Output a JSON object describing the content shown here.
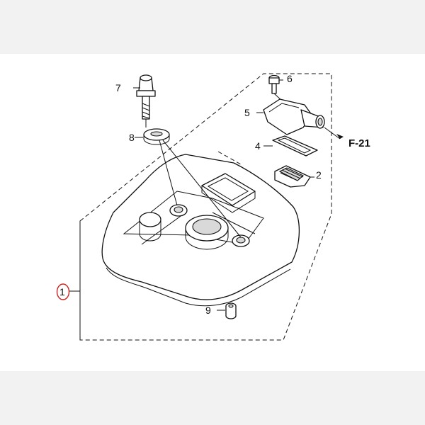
{
  "callouts": [
    {
      "id": "1",
      "label": "1",
      "highlighted": true
    },
    {
      "id": "2",
      "label": "2"
    },
    {
      "id": "4",
      "label": "4"
    },
    {
      "id": "5",
      "label": "5"
    },
    {
      "id": "6",
      "label": "6"
    },
    {
      "id": "7",
      "label": "7"
    },
    {
      "id": "8",
      "label": "8"
    },
    {
      "id": "9",
      "label": "9"
    }
  ],
  "reference": {
    "label": "F-21"
  },
  "colors": {
    "highlight": "#cc2222",
    "ink": "#111111",
    "background": "#f2f2f2",
    "panel": "#ffffff"
  }
}
